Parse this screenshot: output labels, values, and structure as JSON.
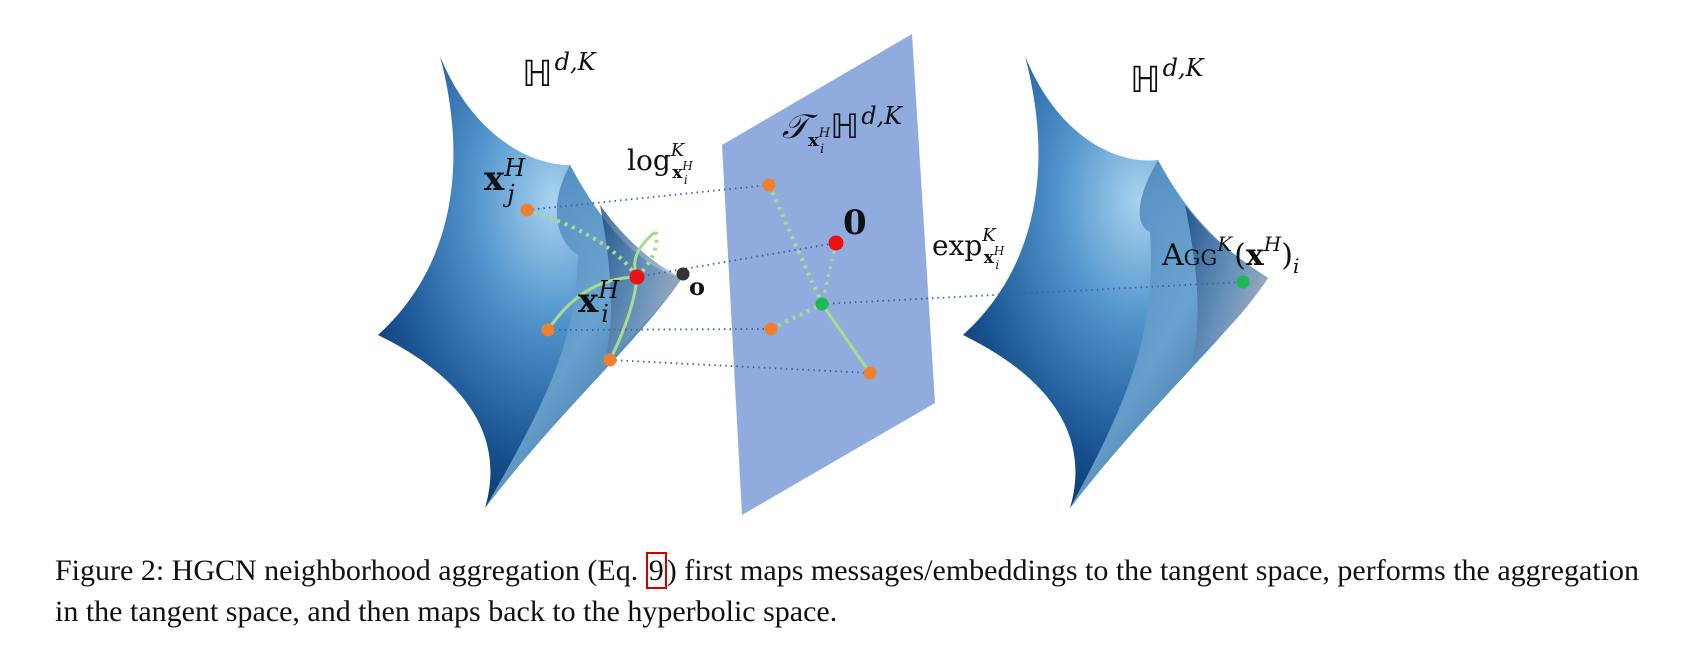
{
  "figure": {
    "left_manifold_label": "ℍ",
    "right_manifold_label": "ℍ",
    "manifold_superscript": "d,K",
    "tangent_label_T": "𝒯",
    "tangent_label_sub_x": "x",
    "tangent_label_sub_sub": "i",
    "tangent_label_sub_sup": "H",
    "tangent_label_H": "ℍ",
    "tangent_label_sup": "d,K",
    "log_label": "log",
    "exp_label": "exp",
    "map_sup": "K",
    "map_sub_x": "x",
    "map_sub_sub": "i",
    "map_sub_sup": "H",
    "xj_base": "x",
    "xj_sub": "j",
    "xj_sup": "H",
    "xi_base": "x",
    "xi_sub": "i",
    "xi_sup": "H",
    "origin_label": "o",
    "zero_label": "0",
    "agg_name": "Agg",
    "agg_sup": "K",
    "agg_arg_open": "(",
    "agg_arg_x": "x",
    "agg_arg_sup": "H",
    "agg_arg_close": ")",
    "agg_sub": "i"
  },
  "colors": {
    "neighbor_point": "#f08030",
    "center_point": "#ee1111",
    "aggregated_point": "#1db954",
    "origin_point": "#333333",
    "tangent_plane": "#90acdf",
    "edge": "#a8dc8c",
    "projection": "#3a62b2"
  },
  "caption": {
    "before_ref": "Figure 2: HGCN neighborhood aggregation (Eq. ",
    "ref": "9",
    "after_ref": ") first maps messages/embeddings to the tangent space, performs the aggregation in the tangent space, and then maps back to the hyperbolic space."
  }
}
